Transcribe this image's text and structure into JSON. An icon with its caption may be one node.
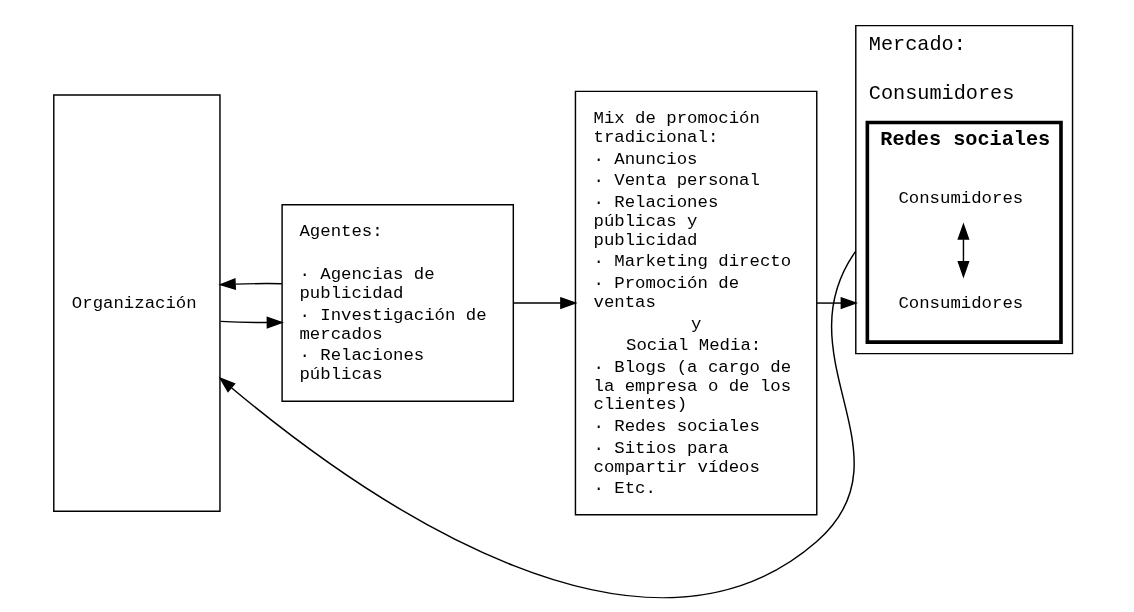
{
  "diagram": {
    "nodes": [
      {
        "text": [
          "Organización"
        ]
      },
      {
        "text": [
          "Agentes:",
          "· Agencias de publicidad",
          "· Investigación de mercados",
          "· Relaciones públicas"
        ]
      },
      {
        "text": [
          "Mix de promoción tradicional:",
          "· Anuncios",
          "· Venta personal",
          "· Relaciones públicas y publicidad",
          "· Marketing directo",
          "· Promoción de ventas",
          "y",
          "Social Media:",
          "· Blogs (a cargo de la empresa o de los clientes)",
          "· Redes sociales",
          "· Sitios para compartir vídeos",
          "· Etc."
        ]
      },
      {
        "text": [
          "Mercado:",
          "Consumidores"
        ]
      },
      {
        "text": [
          "Redes sociales"
        ],
        "in": 3
      },
      {
        "text": [
          "Consumidores"
        ],
        "in": 4
      },
      {
        "text": [
          "Consumidores"
        ],
        "in": 4
      }
    ],
    "edges": [
      {
        "from": 0,
        "to": 1,
        "arrow": "to"
      },
      {
        "from": 1,
        "to": 0,
        "arrow": "to"
      },
      {
        "from": 1,
        "to": 2,
        "arrow": "to"
      },
      {
        "from": 2,
        "to": 3,
        "arrow": "to"
      },
      {
        "from": 5,
        "to": 6,
        "arrow": "both"
      },
      {
        "from": 3,
        "to": 0,
        "arrow": "to"
      }
    ]
  }
}
